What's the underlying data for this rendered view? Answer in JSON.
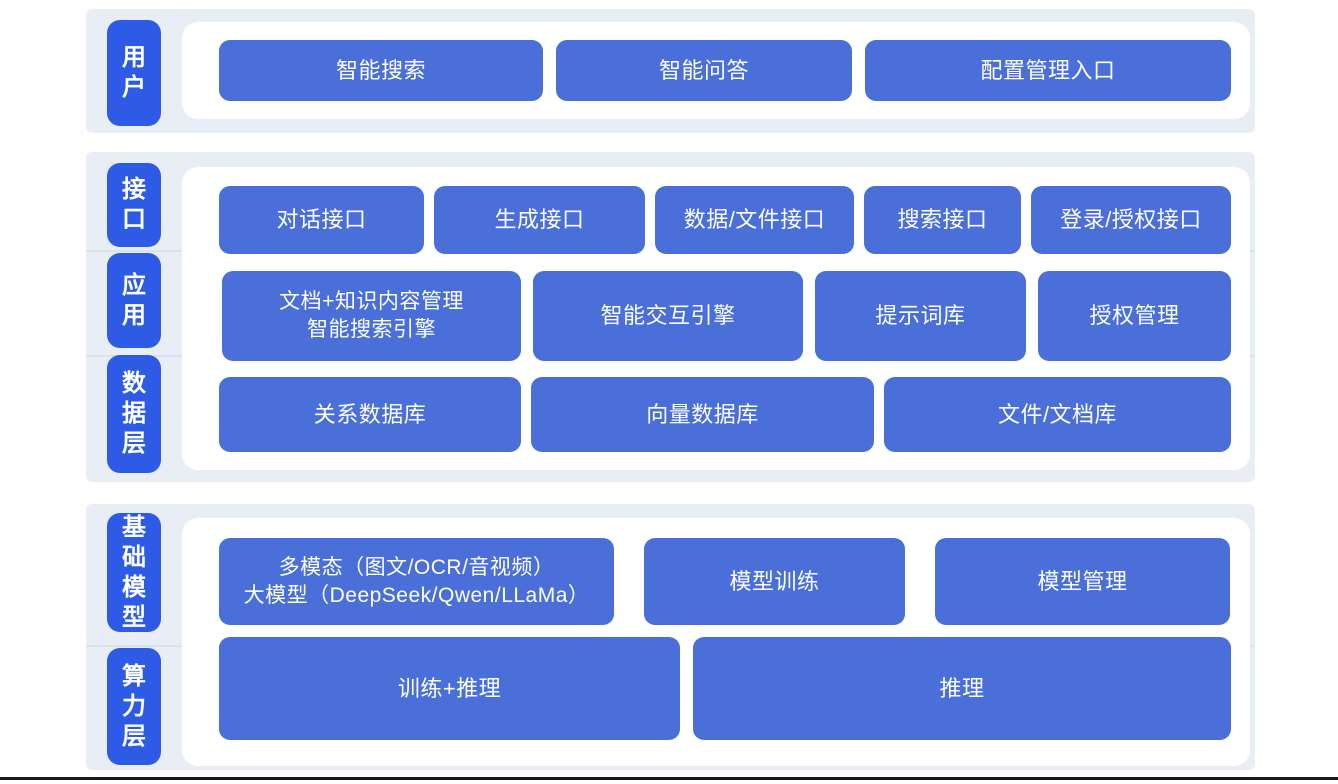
{
  "colors": {
    "page_bg": "#ffffff",
    "band_bg": "#e9eef6",
    "panel_bg": "#ffffff",
    "node_blue": "#4a6fd8",
    "label_blue": "#2e5be6",
    "text": "#ffffff",
    "divider": "#d9e3f0",
    "bottom_line": "#15181d"
  },
  "sections": [
    {
      "name": "user-layer",
      "labels": [
        {
          "text": "用户"
        }
      ],
      "rows": [
        {
          "boxes": [
            {
              "text": "智能搜索"
            },
            {
              "text": "智能问答"
            },
            {
              "text": "配置管理入口"
            }
          ]
        }
      ]
    },
    {
      "name": "interface-application-data-layer",
      "labels": [
        {
          "text": "接口"
        },
        {
          "text": "应用"
        },
        {
          "text": "数据层"
        }
      ],
      "rows": [
        {
          "boxes": [
            {
              "text": "对话接口"
            },
            {
              "text": "生成接口"
            },
            {
              "text": "数据/文件接口"
            },
            {
              "text": "搜索接口"
            },
            {
              "text": "登录/授权接口"
            }
          ]
        },
        {
          "boxes": [
            {
              "line1": "文档+知识内容管理",
              "line2": "智能搜索引擎"
            },
            {
              "text": "智能交互引擎"
            },
            {
              "text": "提示词库"
            },
            {
              "text": "授权管理"
            }
          ]
        },
        {
          "boxes": [
            {
              "text": "关系数据库"
            },
            {
              "text": "向量数据库"
            },
            {
              "text": "文件/文档库"
            }
          ]
        }
      ]
    },
    {
      "name": "foundation-model-compute-layer",
      "labels": [
        {
          "text": "基础模型"
        },
        {
          "text": "算力层"
        }
      ],
      "rows": [
        {
          "boxes": [
            {
              "line1": "多模态（图文/OCR/音视频）",
              "line2": "大模型（DeepSeek/Qwen/LLaMa）"
            },
            {
              "text": "模型训练"
            },
            {
              "text": "模型管理"
            }
          ]
        },
        {
          "boxes": [
            {
              "text": "训练+推理"
            },
            {
              "text": "推理"
            }
          ]
        }
      ]
    }
  ]
}
